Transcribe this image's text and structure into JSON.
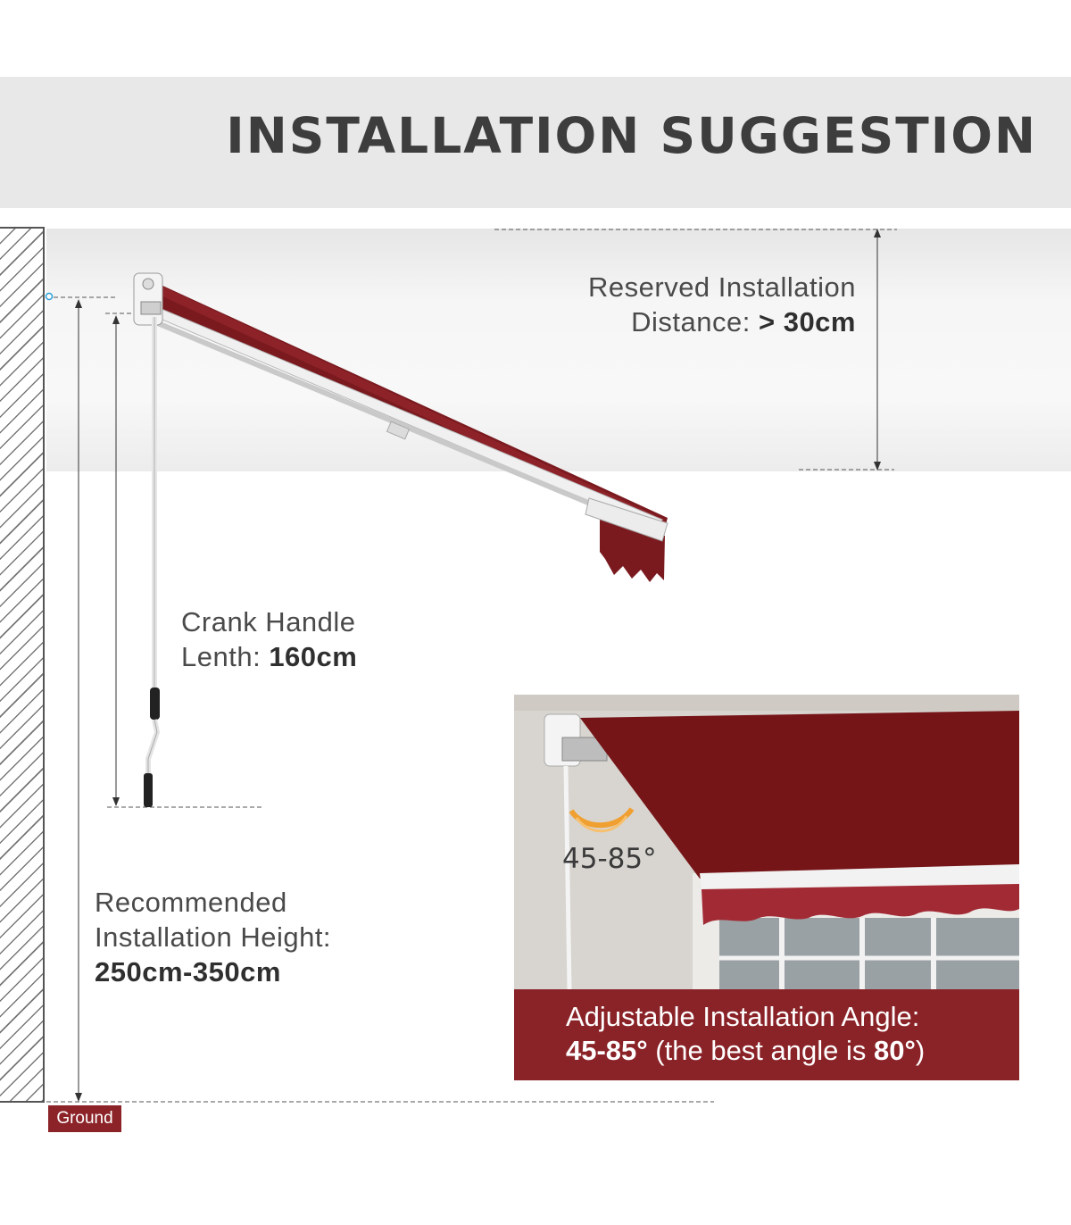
{
  "header": {
    "title": "INSTALLATION SUGGESTION"
  },
  "reserved": {
    "label_line1": "Reserved Installation",
    "label_prefix": "Distance: ",
    "label_value": "> 30cm"
  },
  "crank": {
    "label_line1": "Crank Handle",
    "label_prefix": "Lenth: ",
    "label_value": "160cm"
  },
  "height": {
    "label_line1": "Recommended",
    "label_line2": "Installation Height:",
    "label_value": "250cm-350cm"
  },
  "ground": {
    "label": "Ground"
  },
  "angle_panel": {
    "angle_label": "45-85°",
    "caption_line1": "Adjustable Installation Angle:",
    "caption_value": "45-85°",
    "caption_mid": " (the best angle is ",
    "caption_best": "80°",
    "caption_end": ")"
  },
  "colors": {
    "awning": "#7d1a1f",
    "accent": "#8a2328",
    "angle_arc": "#f0a030",
    "header_band": "#e8e8e8"
  }
}
